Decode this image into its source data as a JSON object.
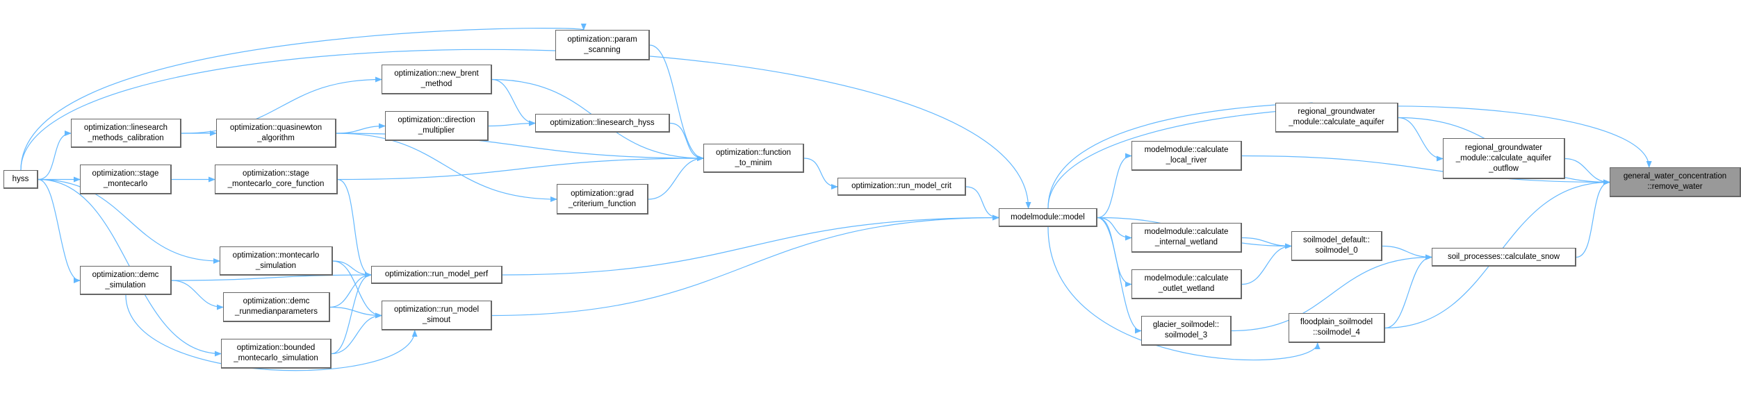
{
  "colors": {
    "edge": "#63b8ff",
    "node_border": "#666666",
    "current_fill": "#999999"
  },
  "nodes": {
    "hyss": {
      "lines": [
        "hyss"
      ]
    },
    "lmc": {
      "lines": [
        "optimization::linesearch",
        "_methods_calibration"
      ]
    },
    "qna": {
      "lines": [
        "optimization::quasinewton",
        "_algorithm"
      ]
    },
    "stm": {
      "lines": [
        "optimization::stage",
        "_montecarlo"
      ]
    },
    "smcf": {
      "lines": [
        "optimization::stage",
        "_montecarlo_core_function"
      ]
    },
    "nbm": {
      "lines": [
        "optimization::new_brent",
        "_method"
      ]
    },
    "dm": {
      "lines": [
        "optimization::direction",
        "_multiplier"
      ]
    },
    "ps": {
      "lines": [
        "optimization::param",
        "_scanning"
      ]
    },
    "lh": {
      "lines": [
        "optimization::linesearch_hyss"
      ]
    },
    "gcf": {
      "lines": [
        "optimization::grad",
        "_criterium_function"
      ]
    },
    "ftm": {
      "lines": [
        "optimization::function",
        "_to_minim"
      ]
    },
    "rmc": {
      "lines": [
        "optimization::run_model_crit"
      ]
    },
    "ds": {
      "lines": [
        "optimization::demc",
        "_simulation"
      ]
    },
    "ms": {
      "lines": [
        "optimization::montecarlo",
        "_simulation"
      ]
    },
    "rmp": {
      "lines": [
        "optimization::run_model_perf"
      ]
    },
    "drp": {
      "lines": [
        "optimization::demc",
        "_runmedianparameters"
      ]
    },
    "rms": {
      "lines": [
        "optimization::run_model",
        "_simout"
      ]
    },
    "bms": {
      "lines": [
        "optimization::bounded",
        "_montecarlo_simulation"
      ]
    },
    "model": {
      "lines": [
        "modelmodule::model"
      ]
    },
    "aq": {
      "lines": [
        "regional_groundwater",
        "_module::calculate_aquifer"
      ]
    },
    "aqo": {
      "lines": [
        "regional_groundwater",
        "_module::calculate_aquifer",
        "_outflow"
      ]
    },
    "rw": {
      "lines": [
        "general_water_concentration",
        "::remove_water"
      ]
    },
    "lr": {
      "lines": [
        "modelmodule::calculate",
        "_local_river"
      ]
    },
    "iw": {
      "lines": [
        "modelmodule::calculate",
        "_internal_wetland"
      ]
    },
    "ow": {
      "lines": [
        "modelmodule::calculate",
        "_outlet_wetland"
      ]
    },
    "s0": {
      "lines": [
        "soilmodel_default::",
        "soilmodel_0"
      ]
    },
    "cs": {
      "lines": [
        "soil_processes::calculate_snow"
      ]
    },
    "s3": {
      "lines": [
        "glacier_soilmodel::",
        "soilmodel_3"
      ]
    },
    "s4": {
      "lines": [
        "floodplain_soilmodel",
        "::soilmodel_4"
      ]
    }
  },
  "current_node": "rw",
  "edges": [
    [
      "hyss",
      "lmc"
    ],
    [
      "hyss",
      "stm"
    ],
    [
      "hyss",
      "ds"
    ],
    [
      "hyss",
      "ms"
    ],
    [
      "hyss",
      "bms"
    ],
    [
      "hyss",
      "ps"
    ],
    [
      "hyss",
      "model"
    ],
    [
      "lmc",
      "qna"
    ],
    [
      "lmc",
      "nbm"
    ],
    [
      "qna",
      "dm"
    ],
    [
      "qna",
      "ftm"
    ],
    [
      "qna",
      "gcf"
    ],
    [
      "nbm",
      "lh"
    ],
    [
      "nbm",
      "ftm"
    ],
    [
      "dm",
      "lh"
    ],
    [
      "lh",
      "ftm"
    ],
    [
      "ps",
      "ftm"
    ],
    [
      "gcf",
      "ftm"
    ],
    [
      "stm",
      "smcf"
    ],
    [
      "smcf",
      "rmp"
    ],
    [
      "smcf",
      "ftm"
    ],
    [
      "ds",
      "rmp"
    ],
    [
      "ds",
      "drp"
    ],
    [
      "ds",
      "rms"
    ],
    [
      "ms",
      "rmp"
    ],
    [
      "ms",
      "rms"
    ],
    [
      "drp",
      "rmp"
    ],
    [
      "drp",
      "rms"
    ],
    [
      "bms",
      "rmp"
    ],
    [
      "bms",
      "rms"
    ],
    [
      "ftm",
      "rmc"
    ],
    [
      "rmc",
      "model"
    ],
    [
      "rmp",
      "model"
    ],
    [
      "rms",
      "model"
    ],
    [
      "model",
      "aq"
    ],
    [
      "model",
      "lr"
    ],
    [
      "model",
      "iw"
    ],
    [
      "model",
      "ow"
    ],
    [
      "model",
      "s0"
    ],
    [
      "model",
      "s3"
    ],
    [
      "model",
      "s4"
    ],
    [
      "model",
      "rw"
    ],
    [
      "aq",
      "aqo"
    ],
    [
      "aq",
      "rw"
    ],
    [
      "aqo",
      "rw"
    ],
    [
      "lr",
      "rw"
    ],
    [
      "iw",
      "s0"
    ],
    [
      "ow",
      "s0"
    ],
    [
      "s0",
      "cs"
    ],
    [
      "s3",
      "cs"
    ],
    [
      "s4",
      "cs"
    ],
    [
      "s4",
      "rw"
    ],
    [
      "cs",
      "rw"
    ]
  ]
}
